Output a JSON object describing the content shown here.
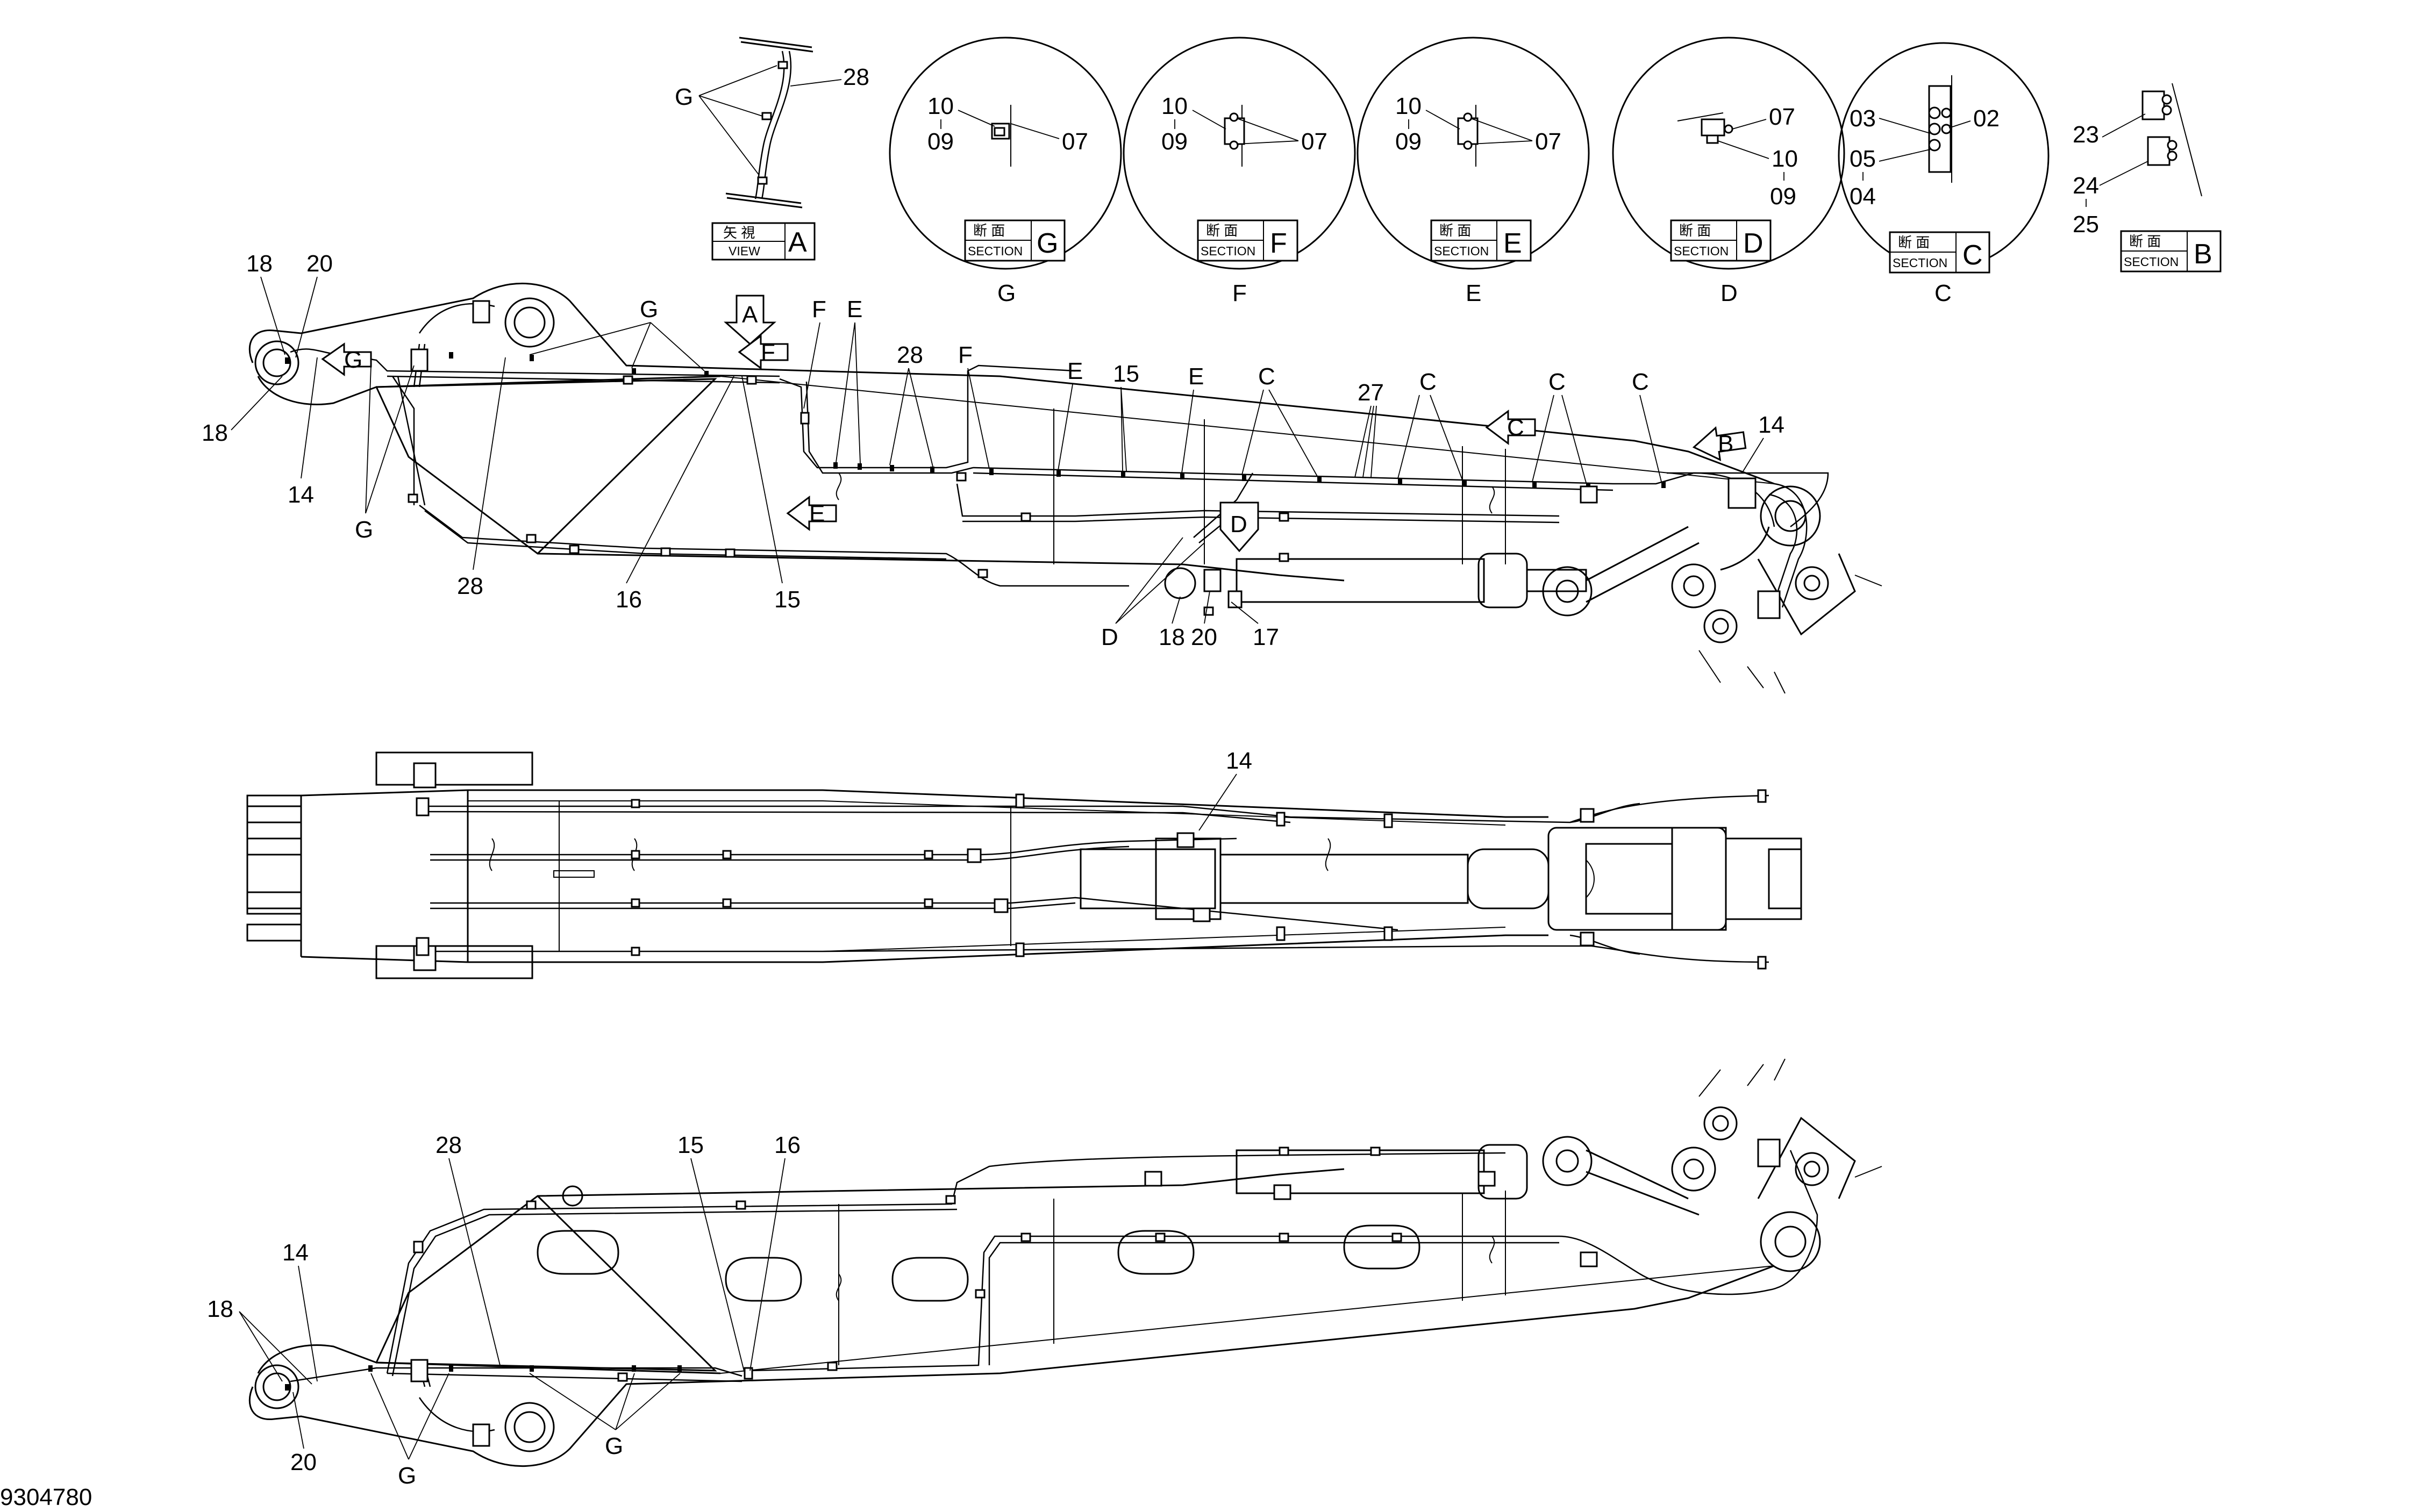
{
  "drawing_number": "9304780",
  "view_box_A": {
    "jp": "矢 視",
    "en": "VIEW",
    "letter": "A"
  },
  "sections": [
    {
      "jp": "断 面",
      "en": "SECTION",
      "letter": "G",
      "circle_label": "G",
      "labels": [
        "10",
        "09",
        "07"
      ]
    },
    {
      "jp": "断 面",
      "en": "SECTION",
      "letter": "F",
      "circle_label": "F",
      "labels": [
        "10",
        "09",
        "07"
      ]
    },
    {
      "jp": "断 面",
      "en": "SECTION",
      "letter": "E",
      "circle_label": "E",
      "labels": [
        "10",
        "09",
        "07"
      ]
    },
    {
      "jp": "断 面",
      "en": "SECTION",
      "letter": "D",
      "circle_label": "D",
      "labels": [
        "07",
        "10",
        "09"
      ]
    },
    {
      "jp": "断 面",
      "en": "SECTION",
      "letter": "C",
      "circle_label": "C",
      "labels": [
        "03",
        "02",
        "05",
        "04"
      ]
    }
  ],
  "section_B": {
    "jp": "断 面",
    "en": "SECTION",
    "letter": "B",
    "labels": [
      "23",
      "24",
      "25"
    ]
  },
  "view_A_labels": {
    "g": "G",
    "n28": "28"
  },
  "side_view_labels": {
    "n18a": "18",
    "n20a": "20",
    "n18b": "18",
    "n14a": "14",
    "gLeft": "G",
    "gTop": "G",
    "n28a": "28",
    "n16": "16",
    "n15a": "15",
    "fA": "F",
    "eA": "E",
    "n28b": "28",
    "fB": "F",
    "eB": "E",
    "n15b": "15",
    "eC": "E",
    "cA": "C",
    "n27": "27",
    "cB": "C",
    "cC": "C",
    "cD": "C",
    "n14b": "14",
    "dA": "D",
    "n18c": "18",
    "n20b": "20",
    "n17": "17"
  },
  "arrows": {
    "g": "G",
    "a": "A",
    "f": "F",
    "e": "E",
    "c": "C",
    "b": "B",
    "d": "D"
  },
  "plan_view_labels": {
    "n14": "14"
  },
  "bottom_view_labels": {
    "n28": "28",
    "n15": "15",
    "n16": "16",
    "n14": "14",
    "n18": "18",
    "n20": "20",
    "gA": "G",
    "gB": "G"
  }
}
